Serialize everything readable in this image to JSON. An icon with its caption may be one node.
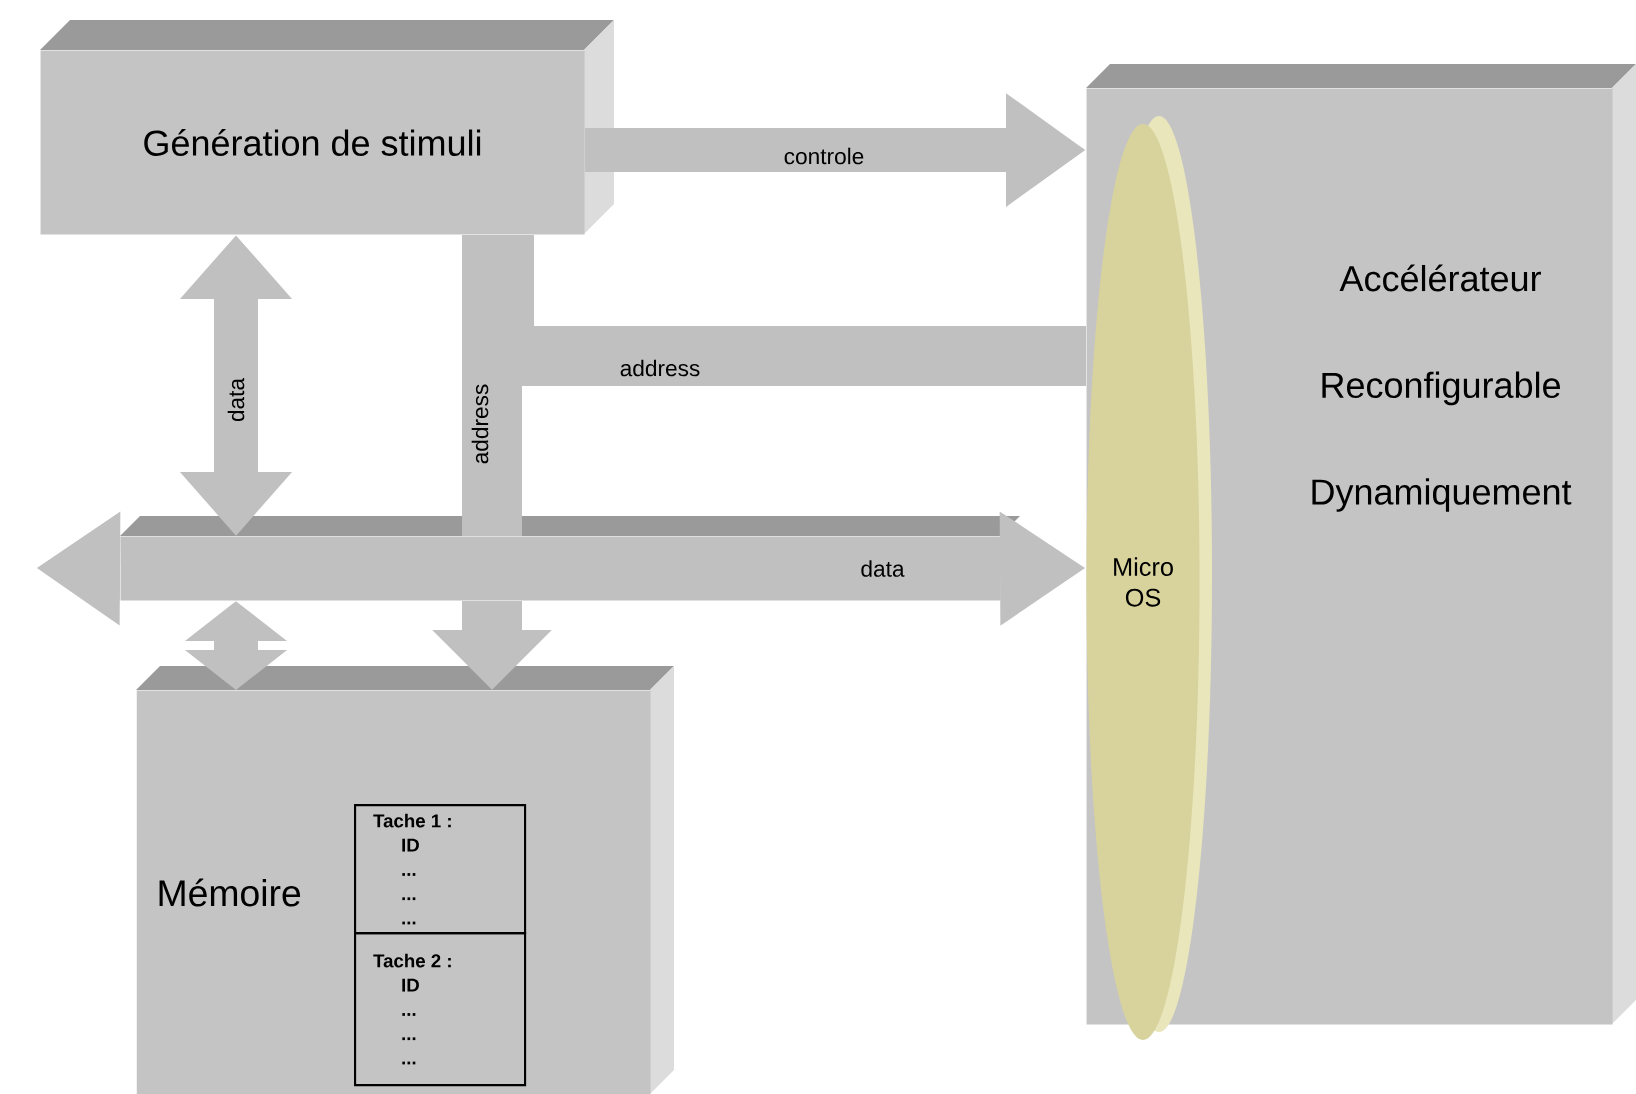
{
  "diagram": {
    "nodes": [
      {
        "text": [
          "Génération de stimuli"
        ]
      },
      {
        "text": [
          "Accélérateur Reconfigurable Dynamiquement"
        ]
      },
      {
        "text": [
          "Micro OS"
        ],
        "in": 1
      },
      {
        "text": [
          "Mémoire"
        ]
      },
      {
        "text": [
          "Tache 1 :",
          "ID",
          "...",
          "...",
          "..."
        ],
        "in": 3
      },
      {
        "text": [
          "Tache 2 :",
          "ID",
          "...",
          "...",
          "..."
        ],
        "in": 3
      },
      {
        "text": [
          "data"
        ]
      }
    ],
    "edges": [
      {
        "from": 0,
        "to": 1,
        "arrow": "to",
        "label": "controle"
      },
      {
        "from": 0,
        "to": 1,
        "arrow": "none",
        "label": "address"
      },
      {
        "from": 0,
        "to": 6,
        "arrow": "none",
        "label": "address"
      },
      {
        "from": 0,
        "to": 6,
        "arrow": "both",
        "label": "data"
      },
      {
        "from": 6,
        "to": 3,
        "arrow": "both"
      },
      {
        "from": 6,
        "to": 1,
        "arrow": "to"
      },
      {
        "from": 6,
        "to": null,
        "arrow": "to"
      },
      {
        "from": 6,
        "to": 3,
        "arrow": "to"
      }
    ]
  }
}
